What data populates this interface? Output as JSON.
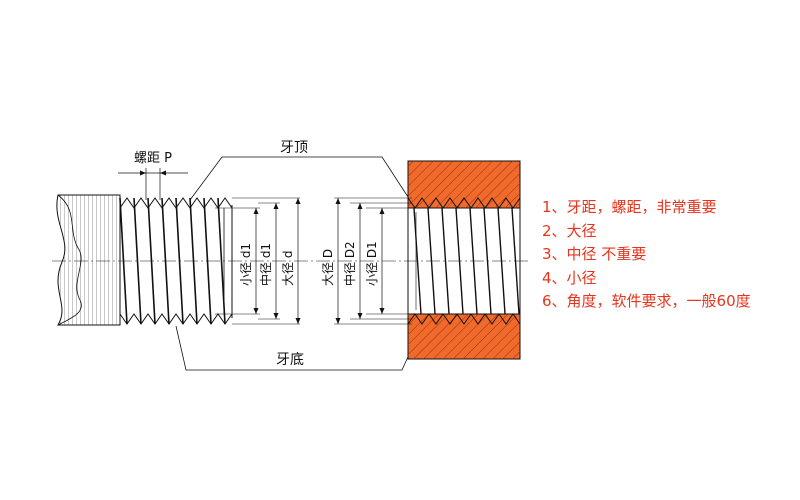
{
  "colors": {
    "nut_fill": "#f06a2c",
    "note_text": "#e8341c",
    "line": "#111111"
  },
  "labels": {
    "pitch": "螺距 P",
    "crest": "牙顶",
    "root": "牙底"
  },
  "bolt_dims": {
    "minor": "小径 d1",
    "pitch_dia": "中径 d1",
    "major": "大径 d"
  },
  "nut_dims": {
    "major": "大径 D",
    "pitch_dia": "中径 D2",
    "minor": "小径 D1"
  },
  "notes": [
    "1、牙距，螺距，非常重要",
    "2、大径",
    "3、中径  不重要",
    "4、小径",
    "6、角度，软件要求，一般60度"
  ]
}
